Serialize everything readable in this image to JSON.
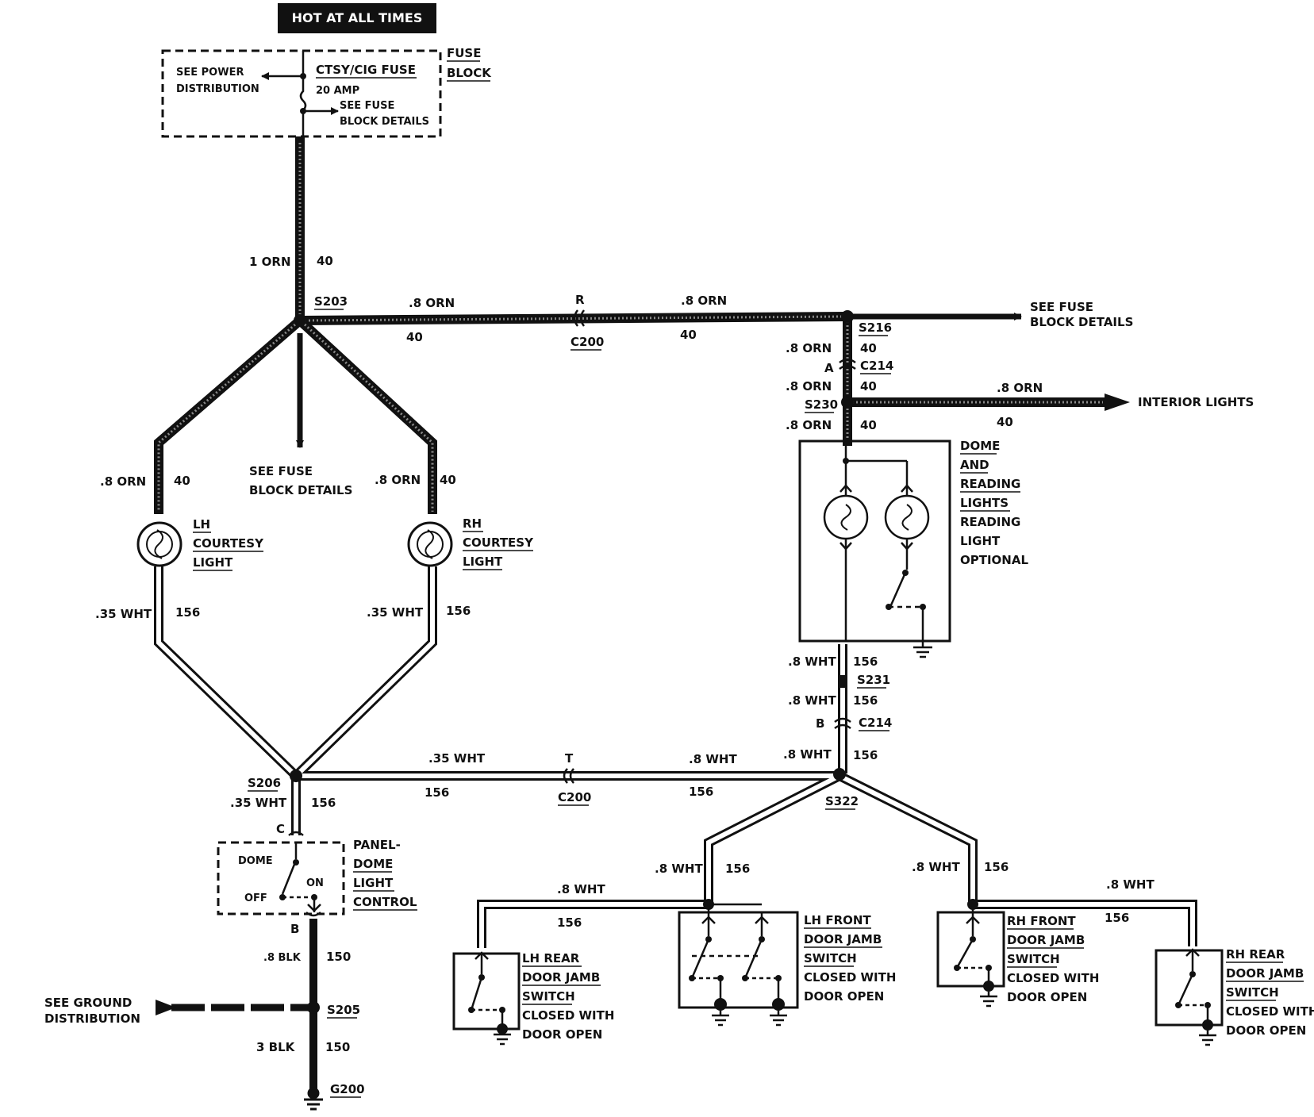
{
  "banner": "HOT AT ALL TIMES",
  "fuse_block": {
    "title_1": "FUSE",
    "title_2": "BLOCK",
    "fuse_name": "CTSY/CIG FUSE",
    "fuse_rating": "20 AMP",
    "power_dist_1": "SEE POWER",
    "power_dist_2": "DISTRIBUTION",
    "details_1": "SEE FUSE",
    "details_2": "BLOCK DETAILS"
  },
  "wires": {
    "main_color": "1 ORN",
    "main_circuit": "40",
    "s203_to_c200_color": ".8 ORN",
    "s203_to_c200_circuit": "40",
    "c200_to_s216_color": ".8 ORN",
    "c200_to_s216_circuit": "40",
    "lh_orn_color": ".8 ORN",
    "lh_orn_circuit": "40",
    "rh_orn_color": ".8 ORN",
    "rh_orn_circuit": "40",
    "lh_wht_color": ".35 WHT",
    "lh_wht_circuit": "156",
    "rh_wht_color": ".35 WHT",
    "rh_wht_circuit": "156",
    "s216_c214_color": ".8 ORN",
    "s216_c214_circuit": "40",
    "c214_s230_color": ".8 ORN",
    "c214_s230_circuit": "40",
    "s230_dome_color": ".8 ORN",
    "s230_dome_circuit": "40",
    "interior_color": ".8 ORN",
    "interior_circuit": "40",
    "dome_s231_color": ".8 WHT",
    "dome_s231_circuit": "156",
    "s231_c214_color": ".8 WHT",
    "s231_c214_circuit": "156",
    "c214_s322_color": ".8 WHT",
    "c214_s322_circuit": "156",
    "s206_c200_color": ".35 WHT",
    "s206_c200_circuit": "156",
    "c200_s322_color": ".8 WHT",
    "c200_s322_circuit": "156",
    "s206_panel_color": ".35 WHT",
    "s206_panel_circuit": "156",
    "panel_s205_color": ".8 BLK",
    "panel_s205_circuit": "150",
    "s205_g200_color": "3 BLK",
    "s205_g200_circuit": "150",
    "lhf_color": ".8 WHT",
    "lhf_circuit": "156",
    "lhr_color": ".8 WHT",
    "lhr_circuit": "156",
    "rhf_color": ".8 WHT",
    "rhf_circuit": "156",
    "rhr_color": ".8 WHT",
    "rhr_circuit": "156"
  },
  "splices": {
    "s203": "S203",
    "s216": "S216",
    "s230": "S230",
    "s231": "S231",
    "s206": "S206",
    "s322": "S322",
    "s205": "S205"
  },
  "connectors": {
    "c200_top": "C200",
    "c200_top_pin": "R",
    "c200_bottom": "C200",
    "c200_bottom_pin": "T",
    "c214_top": "C214",
    "c214_top_pin": "A",
    "c214_bottom": "C214",
    "c214_bottom_pin": "B",
    "panel_in_pin": "C",
    "panel_out_pin": "B"
  },
  "ground": "G200",
  "refs": {
    "fuse_details_top_1": "SEE FUSE",
    "fuse_details_top_2": "BLOCK DETAILS",
    "fuse_details_mid_1": "SEE FUSE",
    "fuse_details_mid_2": "BLOCK DETAILS",
    "interior_lights": "INTERIOR LIGHTS",
    "ground_dist_1": "SEE GROUND",
    "ground_dist_2": "DISTRIBUTION"
  },
  "lights": {
    "lh_1": "LH",
    "lh_2": "COURTESY",
    "lh_3": "LIGHT",
    "rh_1": "RH",
    "rh_2": "COURTESY",
    "rh_3": "LIGHT",
    "dome_1": "DOME",
    "dome_2": "AND",
    "dome_3": "READING",
    "dome_4": "LIGHTS",
    "dome_note_1": "READING",
    "dome_note_2": "LIGHT",
    "dome_note_3": "OPTIONAL"
  },
  "panel": {
    "dome": "DOME",
    "off": "OFF",
    "on": "ON",
    "title_1": "PANEL-",
    "title_2": "DOME",
    "title_3": "LIGHT",
    "title_4": "CONTROL"
  },
  "switches": {
    "lhr_1": "LH REAR",
    "lhr_2": "DOOR JAMB",
    "lhr_3": "SWITCH",
    "lhr_4": "CLOSED WITH",
    "lhr_5": "DOOR OPEN",
    "lhf_1": "LH FRONT",
    "lhf_2": "DOOR JAMB",
    "lhf_3": "SWITCH",
    "lhf_4": "CLOSED WITH",
    "lhf_5": "DOOR OPEN",
    "rhf_1": "RH FRONT",
    "rhf_2": "DOOR JAMB",
    "rhf_3": "SWITCH",
    "rhf_4": "CLOSED WITH",
    "rhf_5": "DOOR OPEN",
    "rhr_1": "RH REAR",
    "rhr_2": "DOOR JAMB",
    "rhr_3": "SWITCH",
    "rhr_4": "CLOSED WITH",
    "rhr_5": "DOOR OPEN"
  }
}
